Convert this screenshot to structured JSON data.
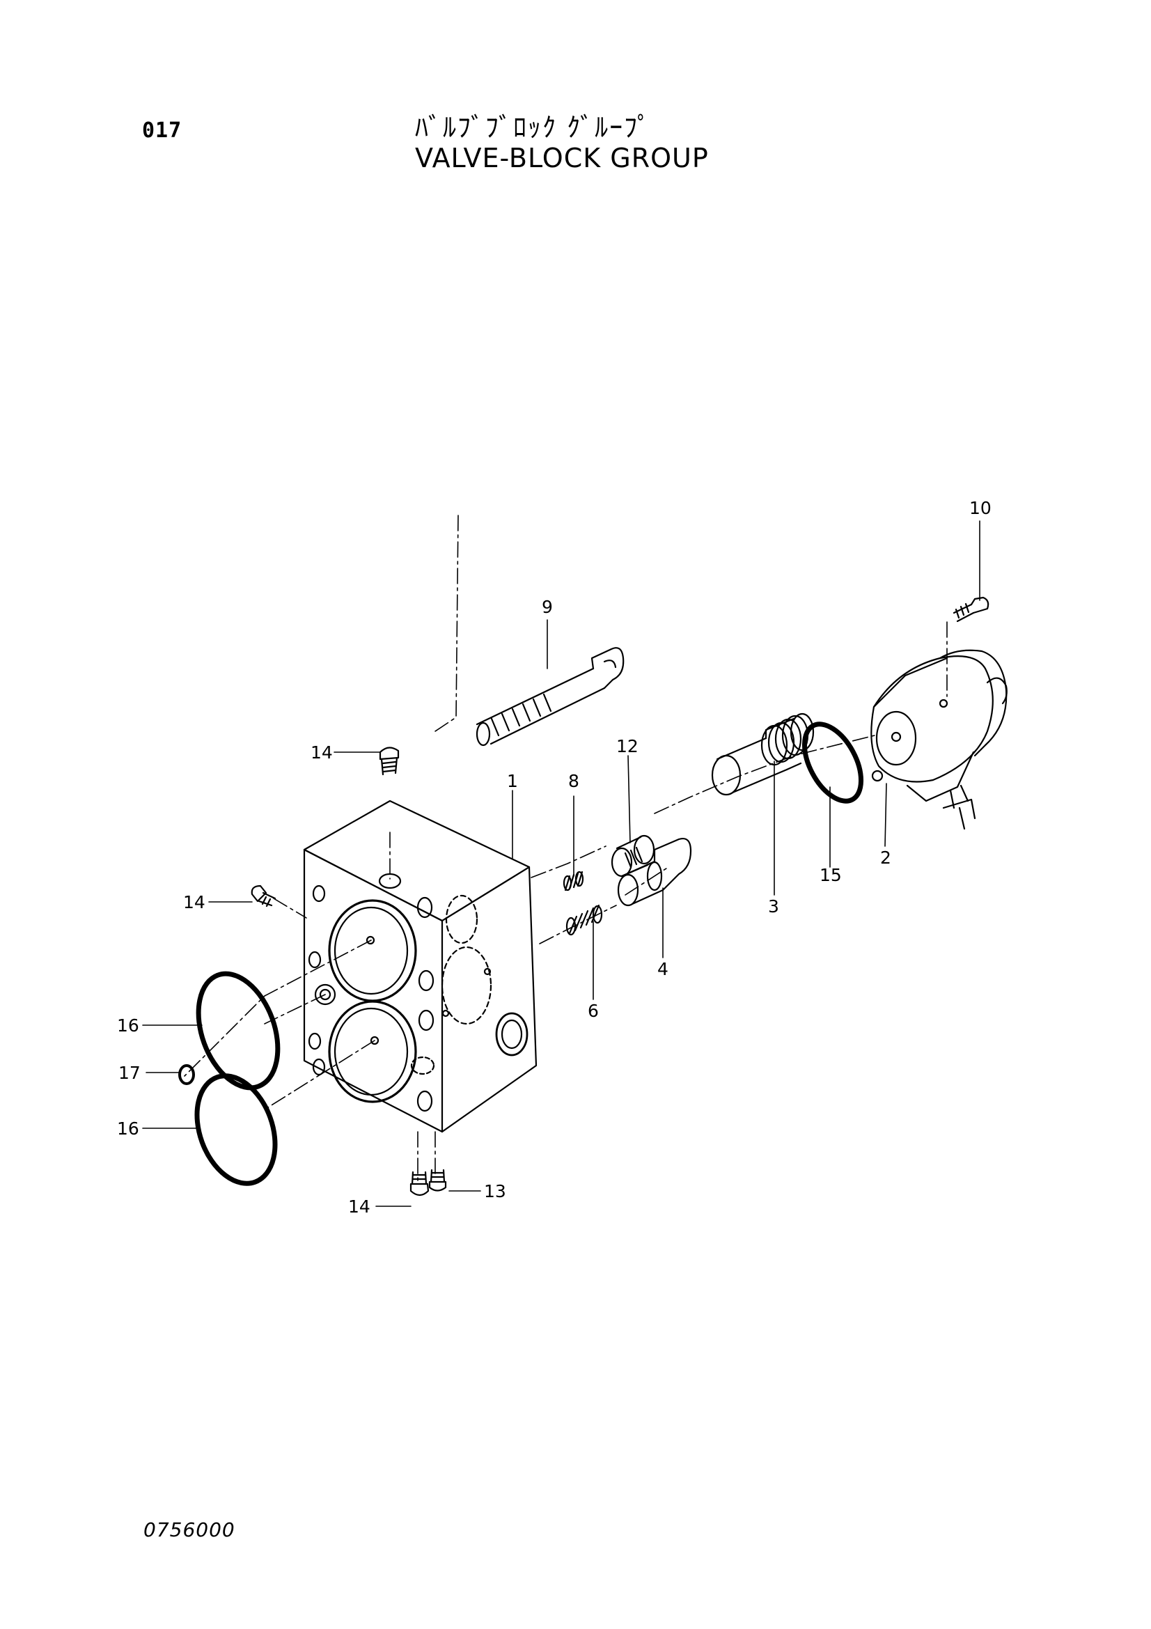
{
  "header": {
    "page_number": "017",
    "title_jp": "ﾊﾞﾙﾌﾞﾌﾞﾛｯｸ ｸﾞﾙｰﾌﾟ",
    "title_en": "VALVE-BLOCK GROUP"
  },
  "footer": {
    "drawing_number": "0756000"
  },
  "callouts": {
    "c1": "1",
    "c2": "2",
    "c3": "3",
    "c4": "4",
    "c6": "6",
    "c8": "8",
    "c9": "9",
    "c10": "10",
    "c12": "12",
    "c13": "13",
    "c14a": "14",
    "c14b": "14",
    "c14c": "14",
    "c15": "15",
    "c16a": "16",
    "c16b": "16",
    "c17": "17"
  }
}
